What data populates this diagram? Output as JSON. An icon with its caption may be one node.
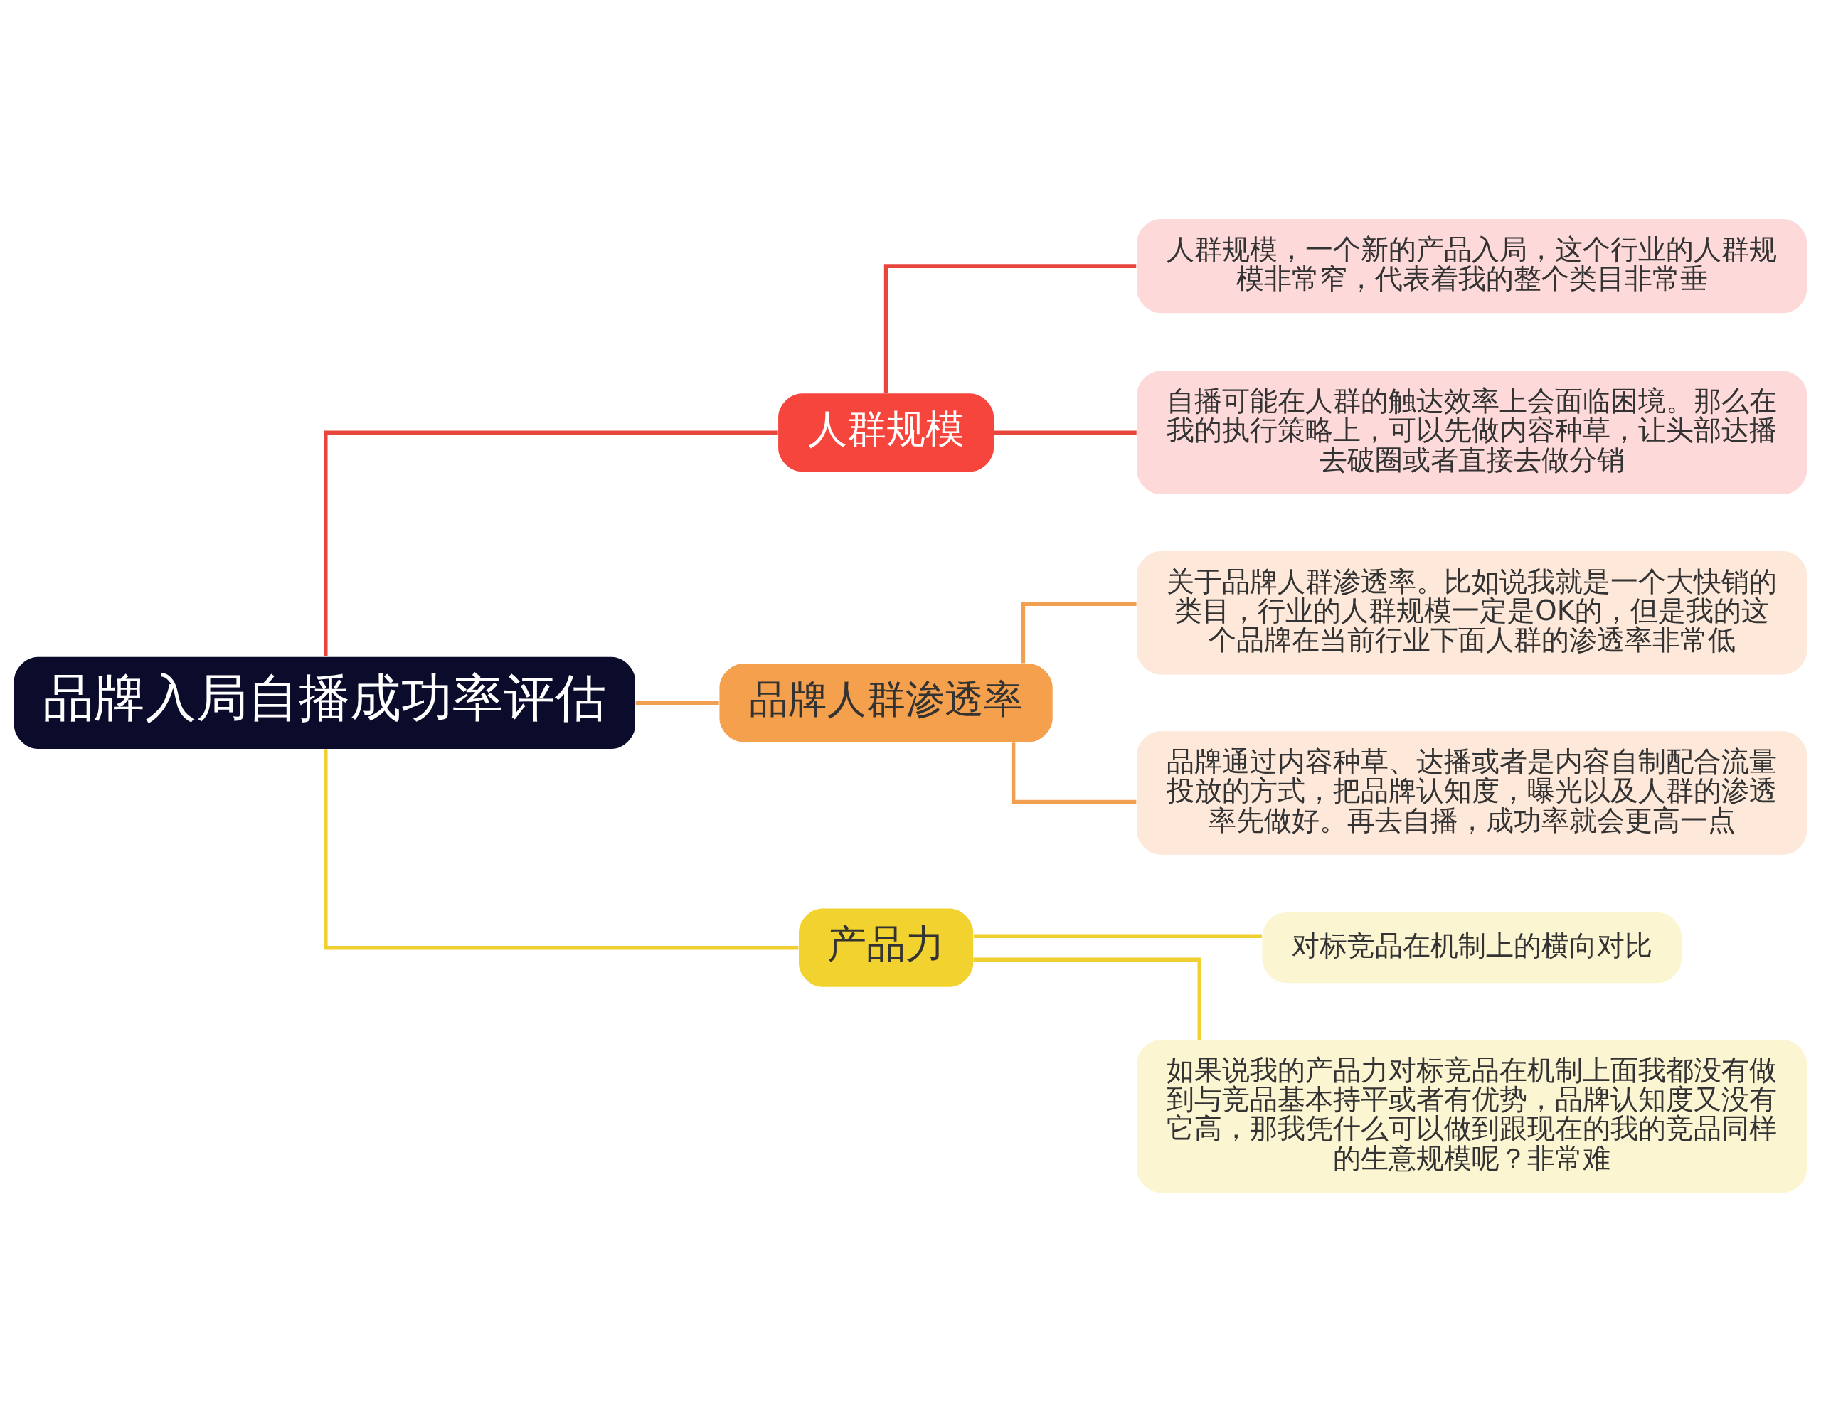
{
  "diagram": {
    "nodes": [
      {
        "text": [
          "品牌入局自播成功率评估"
        ]
      },
      {
        "text": [
          "人群规模"
        ]
      },
      {
        "text": [
          "人群规模，一个新的产品入局，这个行业的人群规模非常窄，代表着我的整个类目非常垂"
        ]
      },
      {
        "text": [
          "自播可能在人群的触达效率上会面临困境。那么在我的执行策略上，可以先做内容种草，让头部达播去破圈或者直接去做分销"
        ]
      },
      {
        "text": [
          "品牌人群渗透率"
        ]
      },
      {
        "text": [
          "关于品牌人群渗透率。比如说我就是一个大快销的类目，行业的人群规模一定是OK的，但是我的这个品牌在当前行业下面人群的渗透率非常低"
        ]
      },
      {
        "text": [
          "品牌通过内容种草、达播或者是内容自制配合流量投放的方式，把品牌认知度，曝光以及人群的渗透率先做好。再去自播，成功率就会更高一点"
        ]
      },
      {
        "text": [
          "产品力"
        ]
      },
      {
        "text": [
          "对标竞品在机制上的横向对比"
        ]
      },
      {
        "text": [
          "如果说我的产品力对标竞品在机制上面我都没有做到与竞品基本持平或者有优势，品牌认知度又没有它高，那我凭什么可以做到跟现在的我的竞品同样的生意规模呢？非常难"
        ]
      }
    ],
    "edges": [
      {
        "from": 0,
        "to": 1,
        "arrow": "none",
        "color": "#e8453c"
      },
      {
        "from": 0,
        "to": 4,
        "arrow": "none",
        "color": "#f0a050"
      },
      {
        "from": 0,
        "to": 7,
        "arrow": "none",
        "color": "#f0d030"
      },
      {
        "from": 1,
        "to": 2,
        "arrow": "none",
        "color": "#e8453c"
      },
      {
        "from": 1,
        "to": 3,
        "arrow": "none",
        "color": "#e8453c"
      },
      {
        "from": 4,
        "to": 5,
        "arrow": "none",
        "color": "#f0a050"
      },
      {
        "from": 4,
        "to": 6,
        "arrow": "none",
        "color": "#f0a050"
      },
      {
        "from": 7,
        "to": 8,
        "arrow": "none",
        "color": "#f0d030"
      },
      {
        "from": 7,
        "to": 9,
        "arrow": "none",
        "color": "#f0d030"
      }
    ]
  }
}
